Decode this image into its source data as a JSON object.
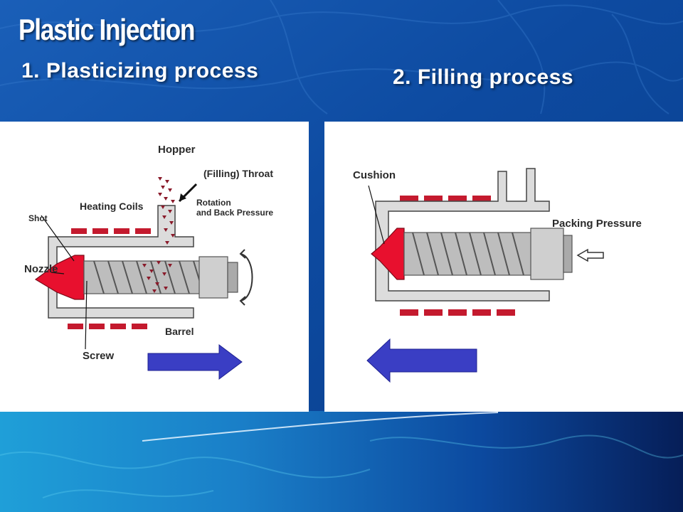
{
  "slide": {
    "title": "Plastic Injection",
    "subtitle_1": "1. Plasticizing process",
    "subtitle_2": "2. Filling process"
  },
  "diagram_1": {
    "labels": {
      "hopper": "Hopper",
      "throat": "(Filling) Throat",
      "rotation": "Rotation",
      "back_pressure": "and Back Pressure",
      "heating_coils": "Heating Coils",
      "shot": "Shot",
      "nozzle": "Nozzle",
      "screw": "Screw",
      "barrel": "Barrel"
    },
    "arrow_direction": "right"
  },
  "diagram_2": {
    "labels": {
      "cushion": "Cushion",
      "packing_pressure": "Packing Pressure"
    },
    "arrow_direction": "left"
  },
  "colors": {
    "background_blue": "#0c4ea8",
    "heater_red": "#c41a2e",
    "melt_red": "#e8102e",
    "pellet_red": "#8a1a2a",
    "arrow_blue": "#3a3ec4",
    "barrel_gray": "#dcdcdc"
  }
}
